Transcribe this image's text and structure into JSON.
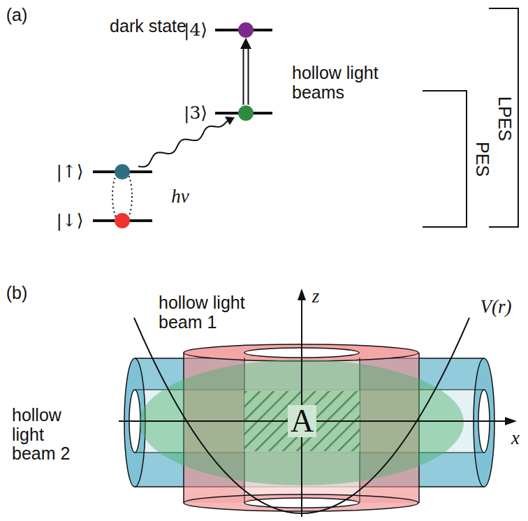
{
  "diagram": {
    "nodes": [
      {
        "text": [
          "A"
        ]
      }
    ],
    "labels": [
      "(a)",
      "dark state",
      "|4⟩",
      "|3⟩",
      "|↑⟩",
      "|↓⟩",
      "hν",
      "hollow light beams",
      "PES",
      "LPES",
      "(b)",
      "hollow light beam 1",
      "hollow light beam 2",
      "z",
      "x",
      "V(r)"
    ]
  }
}
